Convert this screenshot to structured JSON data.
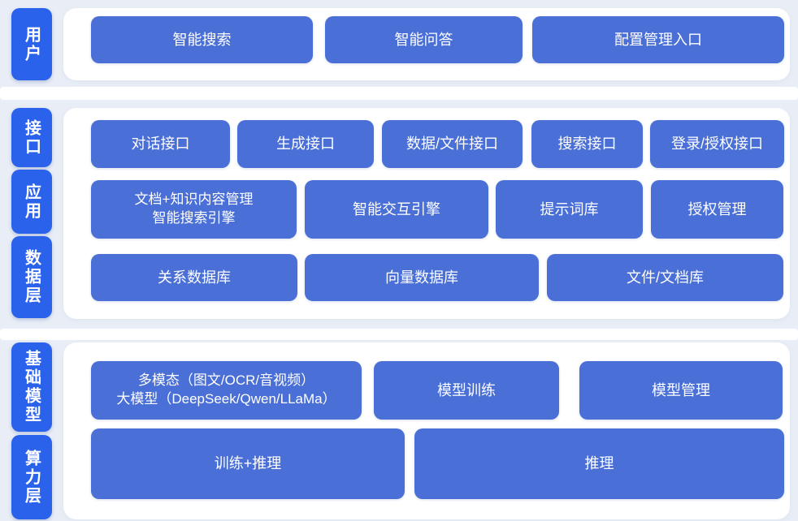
{
  "colors": {
    "page_bg": "#e9eef6",
    "card_bg": "#ffffff",
    "layer_label_blue": "#2b62ec",
    "block_blue": "#4a6fd6",
    "text": "#ffffff"
  },
  "layers": {
    "user": "用户",
    "interface": "接口",
    "application": "应用",
    "data": "数据层",
    "foundation_model": "基础模型",
    "compute": "算力层"
  },
  "blocks": {
    "smart_search": "智能搜索",
    "smart_qa": "智能问答",
    "config_admin_entry": "配置管理入口",
    "dialog_api": "对话接口",
    "generation_api": "生成接口",
    "data_file_api": "数据/文件接口",
    "search_api": "搜索接口",
    "login_auth_api": "登录/授权接口",
    "doc_knowledge_mgmt": "文档+知识内容管理\n智能搜索引擎",
    "interactive_engine": "智能交互引擎",
    "prompt_library": "提示词库",
    "auth_mgmt": "授权管理",
    "relational_db": "关系数据库",
    "vector_db": "向量数据库",
    "file_doc_store": "文件/文档库",
    "multimodal_llm": "多模态（图文/OCR/音视频）\n大模型（DeepSeek/Qwen/LLaMa）",
    "model_training": "模型训练",
    "model_mgmt": "模型管理",
    "training_inference": "训练+推理",
    "inference": "推理"
  }
}
